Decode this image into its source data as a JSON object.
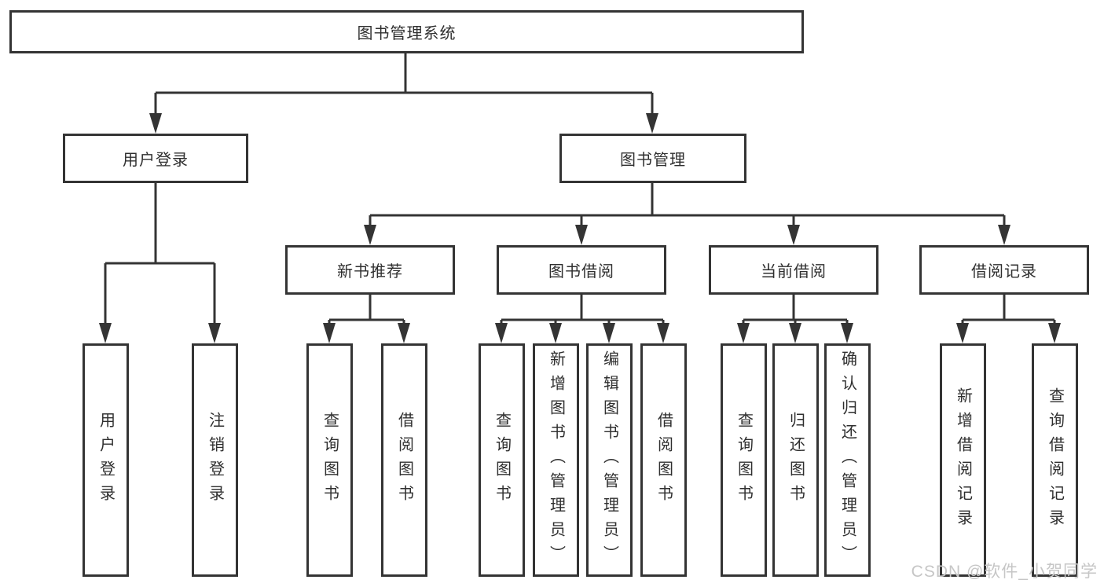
{
  "tree": {
    "label": "图书管理系统",
    "children": [
      {
        "label": "用户登录",
        "children": [
          {
            "label": "用户登录"
          },
          {
            "label": "注销登录"
          }
        ]
      },
      {
        "label": "图书管理",
        "children": [
          {
            "label": "新书推荐",
            "children": [
              {
                "label": "查询图书"
              },
              {
                "label": "借阅图书"
              }
            ]
          },
          {
            "label": "图书借阅",
            "children": [
              {
                "label": "查询图书"
              },
              {
                "label": "新增图书（管理员）"
              },
              {
                "label": "编辑图书（管理员）"
              },
              {
                "label": "借阅图书"
              }
            ]
          },
          {
            "label": "当前借阅",
            "children": [
              {
                "label": "查询图书"
              },
              {
                "label": "归还图书"
              },
              {
                "label": "确认归还（管理员）"
              }
            ]
          },
          {
            "label": "借阅记录",
            "children": [
              {
                "label": "新增借阅记录"
              },
              {
                "label": "查询借阅记录"
              }
            ]
          }
        ]
      }
    ]
  },
  "watermark": {
    "text": "CSDN @软件_小贺同学"
  },
  "colors": {
    "line": "#343434",
    "text": "#2f2f2f",
    "watermark": "#c6c6c6",
    "background": "#ffffff"
  }
}
